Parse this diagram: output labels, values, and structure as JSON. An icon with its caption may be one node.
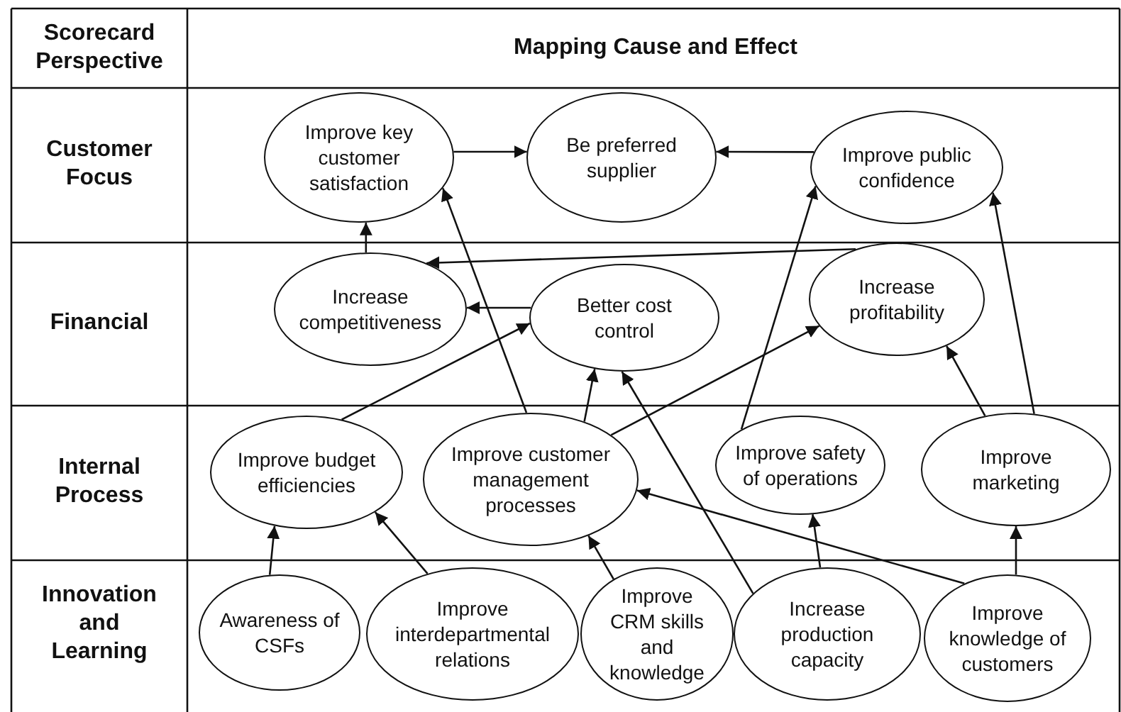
{
  "diagram": {
    "nodes": [
      {
        "text": [
          "Improve key customer satisfaction"
        ]
      },
      {
        "text": [
          "Be preferred supplier"
        ]
      },
      {
        "text": [
          "Improve public confidence"
        ]
      },
      {
        "text": [
          "Increase competitiveness"
        ]
      },
      {
        "text": [
          "Better cost control"
        ]
      },
      {
        "text": [
          "Increase profitability"
        ]
      },
      {
        "text": [
          "Improve budget efficiencies"
        ]
      },
      {
        "text": [
          "Improve customer management processes"
        ]
      },
      {
        "text": [
          "Improve safety of operations"
        ]
      },
      {
        "text": [
          "Improve marketing"
        ]
      },
      {
        "text": [
          "Awareness of CSFs"
        ]
      },
      {
        "text": [
          "Improve interdepartmental relations"
        ]
      },
      {
        "text": [
          "Improve CRM skills and knowledge"
        ]
      },
      {
        "text": [
          "Increase production capacity"
        ]
      },
      {
        "text": [
          "Improve knowledge of customers"
        ]
      }
    ],
    "edges": [
      {
        "from": 0,
        "to": 1,
        "arrow": "to"
      },
      {
        "from": 2,
        "to": 1,
        "arrow": "to"
      },
      {
        "from": 3,
        "to": 0,
        "arrow": "to"
      },
      {
        "from": 5,
        "to": 3,
        "arrow": "to"
      },
      {
        "from": 4,
        "to": 3,
        "arrow": "to"
      },
      {
        "from": 6,
        "to": 4,
        "arrow": "to"
      },
      {
        "from": 7,
        "to": 0,
        "arrow": "to"
      },
      {
        "from": 7,
        "to": 4,
        "arrow": "to"
      },
      {
        "from": 7,
        "to": 5,
        "arrow": "to"
      },
      {
        "from": 8,
        "to": 2,
        "arrow": "to"
      },
      {
        "from": 9,
        "to": 5,
        "arrow": "to"
      },
      {
        "from": 9,
        "to": 2,
        "arrow": "to"
      },
      {
        "from": 10,
        "to": 6,
        "arrow": "to"
      },
      {
        "from": 11,
        "to": 6,
        "arrow": "to"
      },
      {
        "from": 12,
        "to": 7,
        "arrow": "to"
      },
      {
        "from": 13,
        "to": 4,
        "arrow": "to"
      },
      {
        "from": 13,
        "to": 8,
        "arrow": "to"
      },
      {
        "from": 14,
        "to": 7,
        "arrow": "to"
      },
      {
        "from": 14,
        "to": 9,
        "arrow": "to"
      }
    ],
    "labels": [
      "Scorecard Perspective",
      "Mapping Cause and Effect",
      "Customer Focus",
      "Financial",
      "Internal Process",
      "Innovation and Learning"
    ]
  }
}
